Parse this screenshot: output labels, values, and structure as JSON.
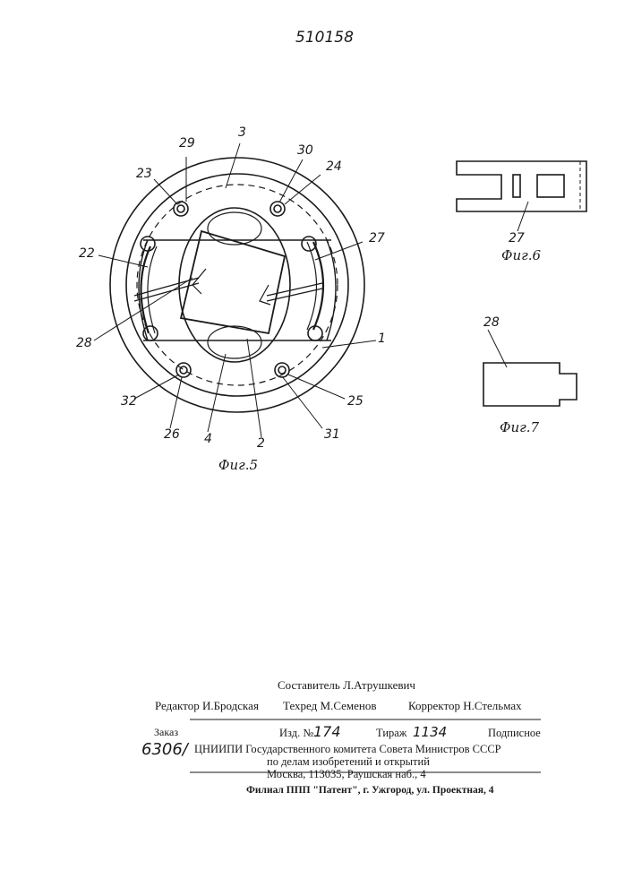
{
  "patent_number": "510158",
  "figures": {
    "fig5": {
      "caption": "Фиг.5",
      "labels": [
        "29",
        "3",
        "30",
        "24",
        "23",
        "27",
        "22",
        "28",
        "1",
        "32",
        "25",
        "26",
        "4",
        "2",
        "31"
      ]
    },
    "fig6": {
      "caption": "Фиг.6",
      "labels": [
        "27"
      ]
    },
    "fig7": {
      "caption": "Фиг.7",
      "labels": [
        "28"
      ]
    }
  },
  "imprint": {
    "composer": "Составитель Л.Атрушкевич",
    "editor": "Редактор И.Бродская",
    "techred": "Техред М.Семенов",
    "corrector": "Корректор Н.Стельмах",
    "order_label": "Заказ",
    "order_number": "6306/",
    "edition_label": "Изд. №",
    "edition_number": "174",
    "circulation_label": "Тираж",
    "circulation_number": "1134",
    "subscription": "Подписное",
    "org_line1": "ЦНИИПИ Государственного комитета Совета Министров СССР",
    "org_line2": "по делам изобретений и открытий",
    "org_line3": "Москва, 113035, Раушская наб., 4",
    "branch": "Филиал ППП \"Патент\", г. Ужгород, ул. Проектная, 4"
  }
}
